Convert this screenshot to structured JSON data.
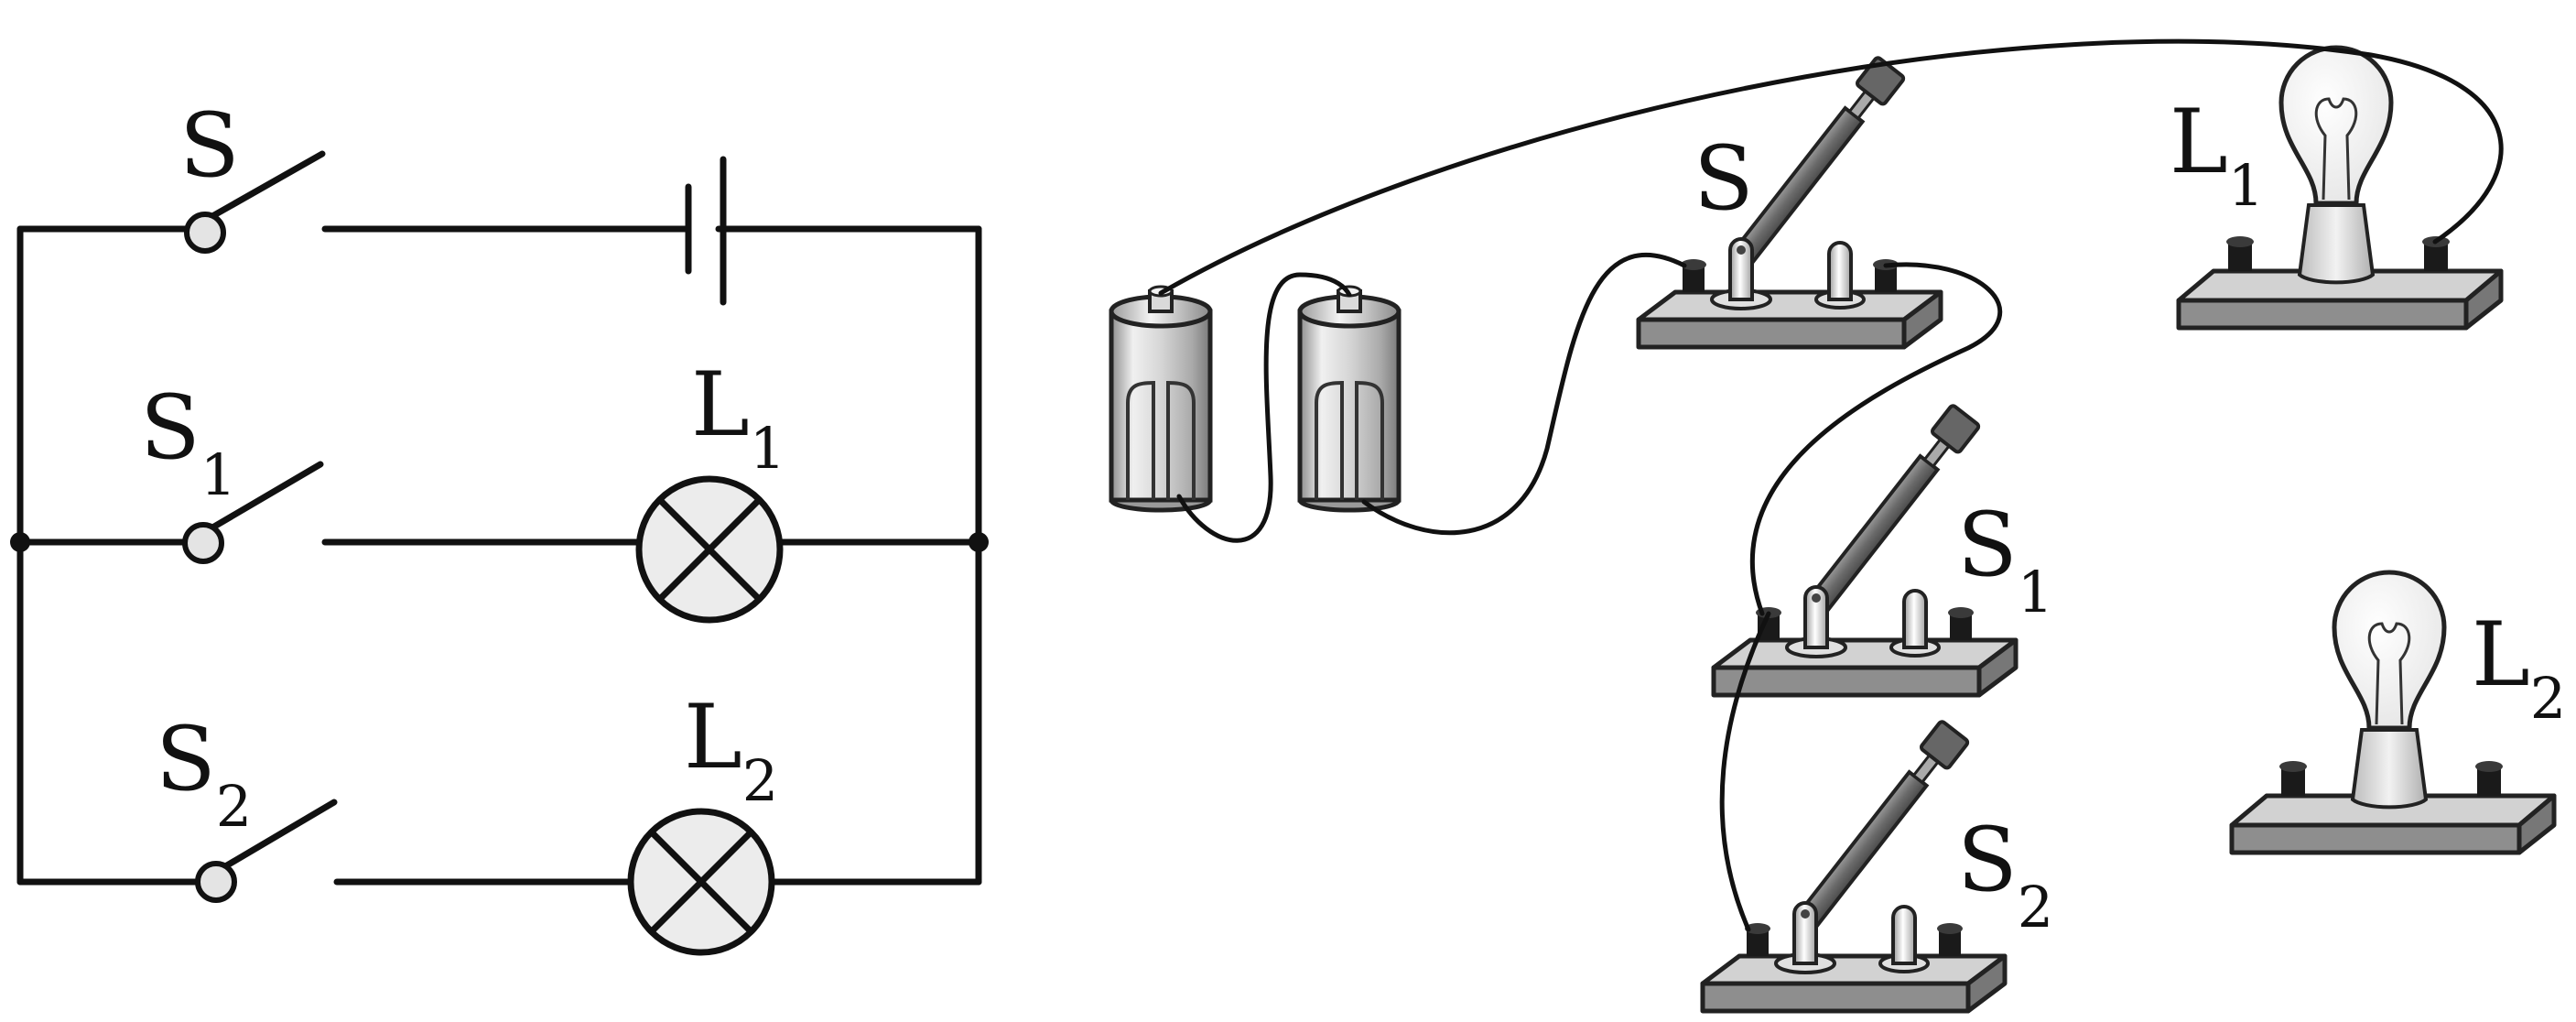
{
  "labels": {
    "schematic": {
      "s": {
        "main": "S",
        "sub": ""
      },
      "s1": {
        "main": "S",
        "sub": "1"
      },
      "s2": {
        "main": "S",
        "sub": "2"
      },
      "l1": {
        "main": "L",
        "sub": "1"
      },
      "l2": {
        "main": "L",
        "sub": "2"
      }
    },
    "physical": {
      "s": {
        "main": "S",
        "sub": ""
      },
      "s1": {
        "main": "S",
        "sub": "1"
      },
      "s2": {
        "main": "S",
        "sub": "2"
      },
      "l1": {
        "main": "L",
        "sub": "1"
      },
      "l2": {
        "main": "L",
        "sub": "2"
      }
    }
  },
  "icons": {
    "battery": "battery-icon",
    "knife_switch": "knife-switch-icon",
    "bulb": "light-bulb-icon",
    "lamp_symbol": "lamp-symbol-icon"
  },
  "colors": {
    "line": "#111111",
    "board_top": "#d2d2d2",
    "board_side": "#8e8e8e",
    "lever": "#6e6e6e",
    "terminal": "#1a1a1a",
    "lamp_fill": "#ececec"
  }
}
